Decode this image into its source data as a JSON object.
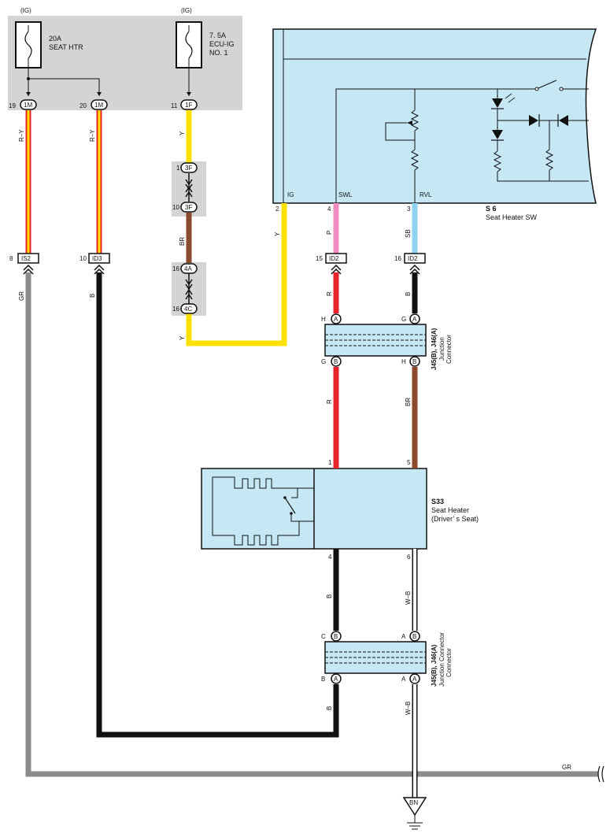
{
  "fuses": {
    "seat_htr": {
      "source": "(IG)",
      "rating": "20A",
      "name": "SEAT HTR"
    },
    "ecu_ig": {
      "source": "(IG)",
      "rating": "7. 5A",
      "name_line1": "ECU-IG",
      "name_line2": "NO. 1"
    }
  },
  "connectors": {
    "c1m_a": {
      "pin": "19",
      "code": "1M"
    },
    "c1m_b": {
      "pin": "20",
      "code": "1M"
    },
    "c1f": {
      "pin": "11",
      "code": "1F"
    },
    "c3f_top": {
      "pin": "1",
      "code": "3F"
    },
    "c3f_bot": {
      "pin": "10",
      "code": "3F"
    },
    "c4a": {
      "pin": "16",
      "code": "4A"
    },
    "c4c": {
      "pin": "16",
      "code": "4C"
    },
    "is2": {
      "pin": "8",
      "code": "IS2"
    },
    "id3": {
      "pin": "10",
      "code": "ID3"
    },
    "id2_a": {
      "pin": "15",
      "code": "ID2"
    },
    "id2_b": {
      "pin": "16",
      "code": "ID2"
    }
  },
  "wires": {
    "ry1": "R–Y",
    "ry2": "R–Y",
    "y_top": "Y",
    "br_mid": "BR",
    "y_bot": "Y",
    "y_ig": "Y",
    "gr_left": "GR",
    "b_left": "B",
    "p_swl": "P",
    "sb_rvl": "SB",
    "r_upper": "R",
    "b_upper": "B",
    "r_lower": "R",
    "br_lower": "BR",
    "b_heater": "B",
    "wb_heater": "W–B",
    "b_bottom": "B",
    "wb_bottom": "W–B",
    "gr_right": "GR"
  },
  "switch": {
    "code": "S 6",
    "name": "Seat Heater SW",
    "terminals": {
      "ig": "IG",
      "swl": "SWL",
      "rvl": "RVL"
    },
    "pins": {
      "ig": "2",
      "swl": "4",
      "rvl": "3"
    }
  },
  "junction_upper": {
    "code": "J45(B), J46(A)",
    "line1": "Junction",
    "line2": "Connector",
    "pins": {
      "tl": "H",
      "tl_c": "A",
      "tr": "G",
      "tr_c": "A",
      "bl": "G",
      "bl_c": "B",
      "br": "H",
      "br_c": "B"
    }
  },
  "heater": {
    "code": "S33",
    "line1": "Seat Heater",
    "line2": "(Driver’ s Seat)",
    "pins": {
      "p1": "1",
      "p5": "5",
      "p4": "4",
      "p6": "6"
    }
  },
  "junction_lower": {
    "code": "J45(B), J46(A)",
    "line1": "Junction Connector",
    "line2": "Connector",
    "pins": {
      "tl": "C",
      "tl_c": "B",
      "tr": "A",
      "tr_c": "B",
      "bl": "B",
      "bl_c": "A",
      "br": "A",
      "br_c": "A"
    }
  },
  "ground": {
    "code": "BN"
  },
  "colors": {
    "yellow": "#ffe000",
    "red": "#e8232a",
    "black": "#111111",
    "brown": "#8b4a2b",
    "pink": "#f28cc0",
    "skyblue": "#8fd3f0",
    "gray": "#8c8c8c",
    "box_blue": "#c6e8f5",
    "relay_gray": "#d4d4d4"
  }
}
